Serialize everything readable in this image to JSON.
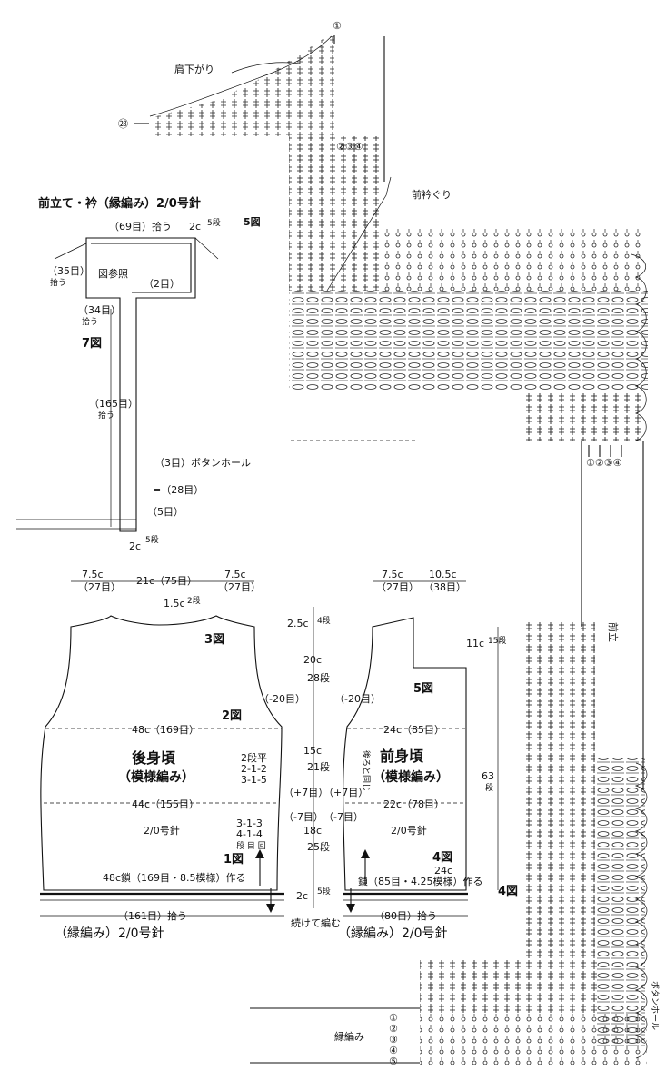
{
  "top_left": {
    "title": "前立て・衿（縁編み）2/0号針",
    "label_69": "（69目）拾う",
    "label_2c5": "2c",
    "label_5r": "5段",
    "label_35": "（35目）",
    "label_35b": "拾う",
    "label_zu": "図参照",
    "label_2me": "（2目）",
    "label_34": "（34目）",
    "label_34b": "拾う",
    "fig7": "7図",
    "label_165": "（165目）",
    "label_165b": "拾う",
    "label_3me": "（3目）ボタンホール",
    "label_28": "=（28目）",
    "label_5me": "（5目）",
    "label_2c5b": "2c",
    "label_5rb": "5段"
  },
  "top_right": {
    "kata": "肩下がり",
    "c28": "㉘",
    "c1": "①",
    "c234": "②③④",
    "collar": "前衿ぐり",
    "fig5": "5図",
    "bottom_nums": "①②③④"
  },
  "back": {
    "w_left": "7.5c",
    "w_left_me": "（27目）",
    "w_mid": "21c（75目）",
    "w_right": "7.5c",
    "w_right_me": "（27目）",
    "neck": "1.5c",
    "neck_r": "2段",
    "fig3": "3図",
    "minus20": "（-20目）",
    "bust": "48c（169目）",
    "fig2": "2図",
    "title": "後身頃",
    "sub": "（模様編み）",
    "dec1": "2段平",
    "dec2": "2-1-2",
    "dec3": "3-1-5",
    "waist": "44c（155目）",
    "needle": "2/0号針",
    "inc1": "3-1-3",
    "inc2": "4-1-4",
    "inc3": "段 目 回",
    "fig1": "1図",
    "chain": "48c鎖（169目・8.5模様）作る",
    "pick": "（161目）拾う",
    "edge": "（縁編み）2/0号針"
  },
  "center": {
    "h1": "2.5c",
    "h1r": "4段",
    "h2": "20c",
    "h2r": "28段",
    "h3": "15c",
    "h3r": "21段",
    "h4": "18c",
    "h4r": "25段",
    "h5": "2c",
    "h5r": "5段",
    "p7l": "（+7目）",
    "m7l": "（-7目）",
    "p7r": "（+7目）",
    "m7r": "（-7目）",
    "cont": "続けて編む"
  },
  "front": {
    "w_left": "7.5c",
    "w_left_me": "（27目）",
    "w_right": "10.5c",
    "w_right_me": "（38目）",
    "h": "11c",
    "hr": "15段",
    "fig5": "5図",
    "minus20": "（-20目）",
    "bust": "24c（85目）",
    "same": "後ろと同じ",
    "title": "前身頃",
    "sub": "（模様編み）",
    "h63": "63",
    "h63r": "段",
    "waist": "22c（78目）",
    "needle": "2/0号針",
    "fig4": "4図",
    "w24": "24c",
    "chain": "鎖（85目・4.25模様）作る",
    "pick": "（80目）拾う",
    "edge": "（縁編み）2/0号針"
  },
  "bottom_right": {
    "front_label": "前立",
    "fig4": "4図",
    "buttonhole": "ボタンホール",
    "edge_label": "縁編み",
    "rows": [
      "①",
      "②",
      "③",
      "④",
      "⑤"
    ]
  }
}
